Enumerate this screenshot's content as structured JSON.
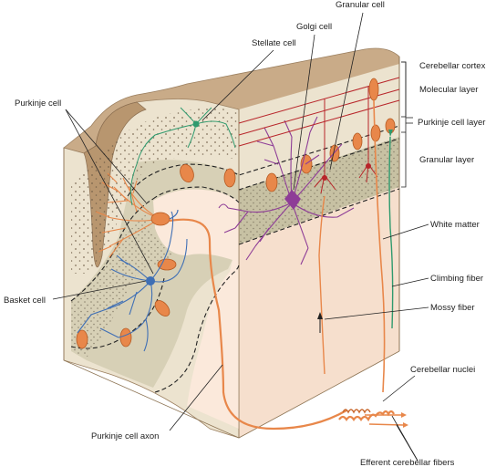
{
  "labels": {
    "granular_cell": "Granular cell",
    "golgi_cell": "Golgi cell",
    "stellate_cell": "Stellate cell",
    "purkinje_cell": "Purkinje cell",
    "cerebellar_cortex": "Cerebellar cortex",
    "molecular_layer": "Molecular layer",
    "purkinje_cell_layer": "Purkinje cell layer",
    "granular_layer": "Granular layer",
    "white_matter": "White matter",
    "climbing_fiber": "Climbing fiber",
    "mossy_fiber": "Mossy fiber",
    "basket_cell": "Basket cell",
    "cerebellar_nuclei": "Cerebellar nuclei",
    "purkinje_cell_axon": "Purkinje cell axon",
    "efferent_cerebellar_fibers": "Efferent cerebellar fibers"
  },
  "colors": {
    "molecular_layer": "#ece3cf",
    "granular_layer": "#c7c1a3",
    "white_matter": "#f8e2d2",
    "top_surface": "#c9ab88",
    "purkinje_orange": "#e8874a",
    "golgi_purple": "#8e3d97",
    "basket_blue": "#3f6fb5",
    "stellate_green": "#2f9a6e",
    "granular_red": "#b8252a"
  }
}
